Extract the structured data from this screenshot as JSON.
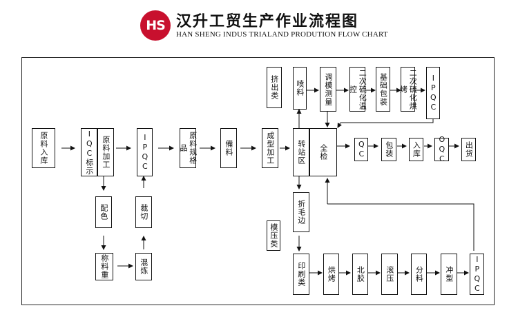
{
  "header": {
    "logo_text": "HS",
    "title_cn": "汉升工贸生产作业流程图",
    "title_en": "HAN SHENG INDUS TRIALAND PRODUTION FLOW CHART"
  },
  "colors": {
    "logo": "#c8102e",
    "line": "#111111"
  },
  "nodes": {
    "raw_in": "原料入库",
    "iqc_label": "IQC标示",
    "raw_process": "原料加工",
    "iqc_1": "IPQC",
    "raw_spec": "原料规格品",
    "prep": "備料",
    "forming": "成型加工",
    "color_mix": "配色",
    "weigh": "称料重",
    "mix_refine": "混炼",
    "cut": "裁切",
    "extrude": "挤出类",
    "spray": "喷料",
    "mold_adjust": "调模测量",
    "sec_vulc_temp": "二次硫化温控",
    "base_pack": "基础包装",
    "sec_vulc_bake": "二次硫化烘烤",
    "ipqc_top": "IPQC",
    "transfer": "转站区",
    "full_check": "全检",
    "qc": "QC",
    "pack": "包装",
    "store": "入库",
    "oqc": "OQC",
    "ship": "出货",
    "trim": "折毛边",
    "mold_press": "模压类",
    "print": "印刷类",
    "bake": "烘烤",
    "north_glue": "北胶",
    "roll_press": "滚压",
    "slit": "分料",
    "punch": "冲型",
    "ipqc_bottom": "IPQC"
  }
}
